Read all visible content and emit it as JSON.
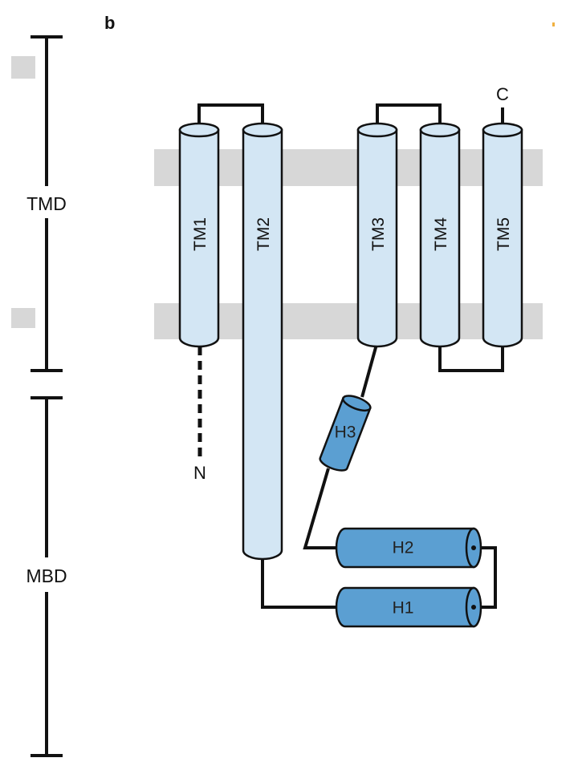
{
  "panel_label": "b",
  "domains": {
    "tmd": "TMD",
    "mbd": "MBD"
  },
  "termini": {
    "n": "N",
    "c": "C"
  },
  "tm_helices": [
    "TM1",
    "TM2",
    "TM3",
    "TM4",
    "TM5"
  ],
  "helices": [
    "H3",
    "H2",
    "H1"
  ],
  "colors": {
    "membrane": "#d7d7d7",
    "tm_helix_fill": "#d3e6f4",
    "helix_fill": "#5b9fd2",
    "outline": "#111111"
  }
}
